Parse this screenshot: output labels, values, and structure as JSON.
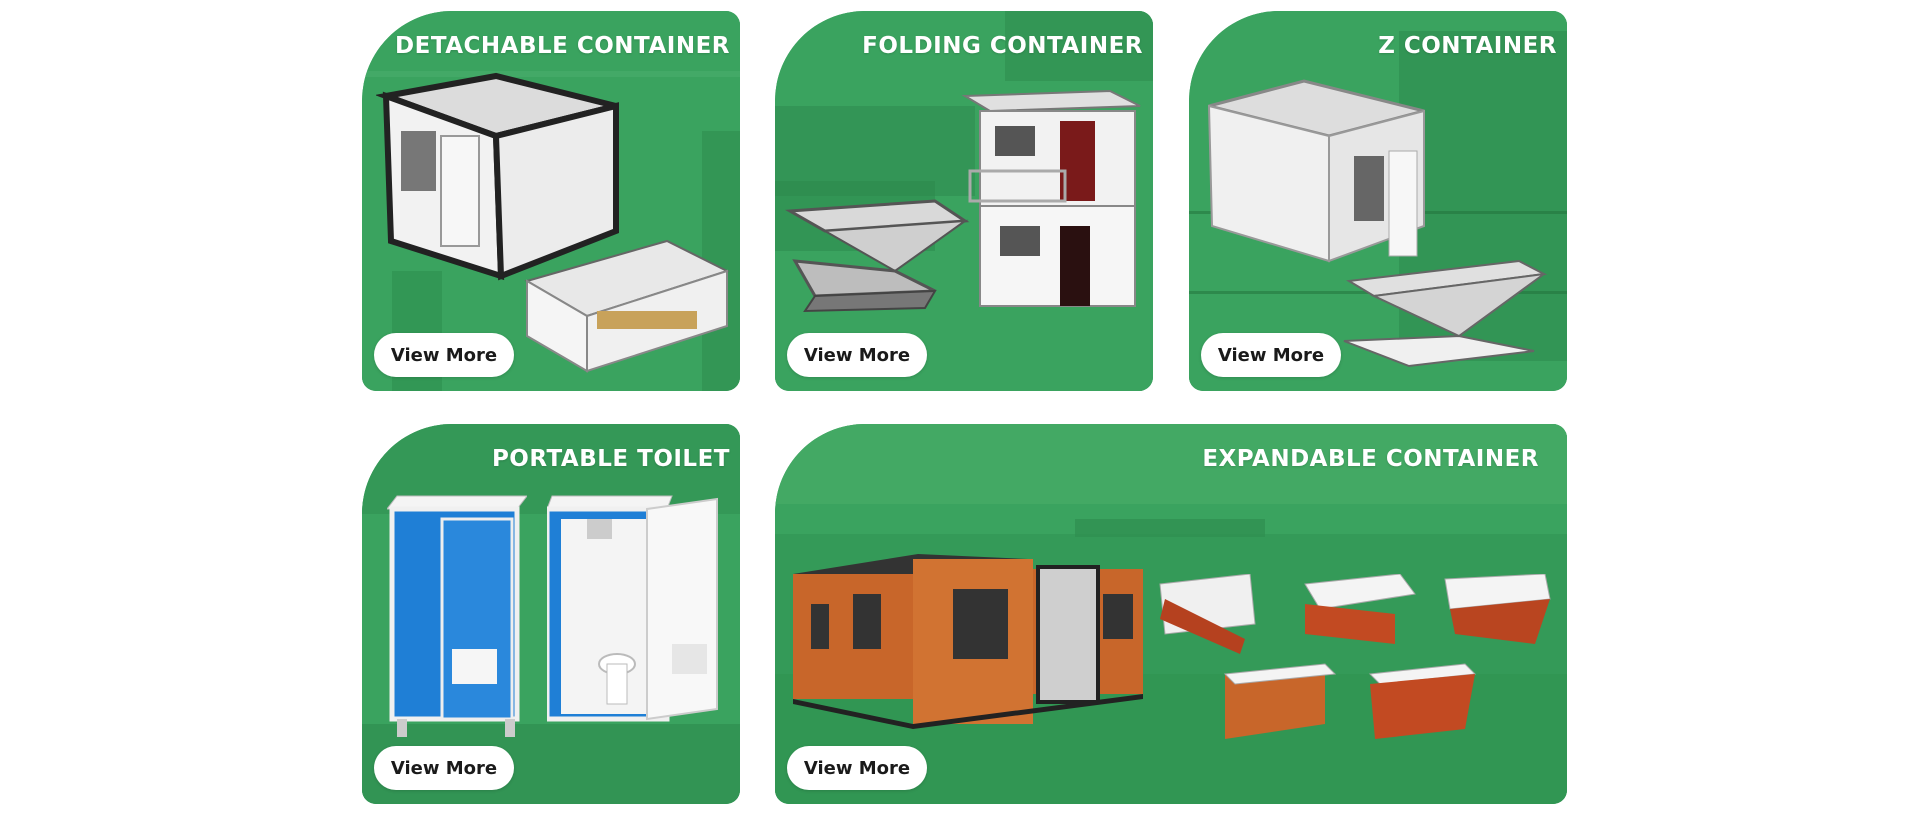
{
  "cards": [
    {
      "id": "detachable",
      "title": "DETACHABLE CONTAINER",
      "button_label": "View More"
    },
    {
      "id": "folding",
      "title": "FOLDING CONTAINER",
      "button_label": "View More"
    },
    {
      "id": "z",
      "title": "Z CONTAINER",
      "button_label": "View More"
    },
    {
      "id": "toilet",
      "title": "PORTABLE TOILET",
      "button_label": "View More"
    },
    {
      "id": "expandable",
      "title": "EXPANDABLE CONTAINER",
      "button_label": "View More"
    }
  ],
  "colors": {
    "card_green": "#2f9a55",
    "button_bg": "#ffffff",
    "title_text": "#ffffff",
    "toilet_blue": "#1f7fd6",
    "wood_orange": "#c8662a"
  }
}
